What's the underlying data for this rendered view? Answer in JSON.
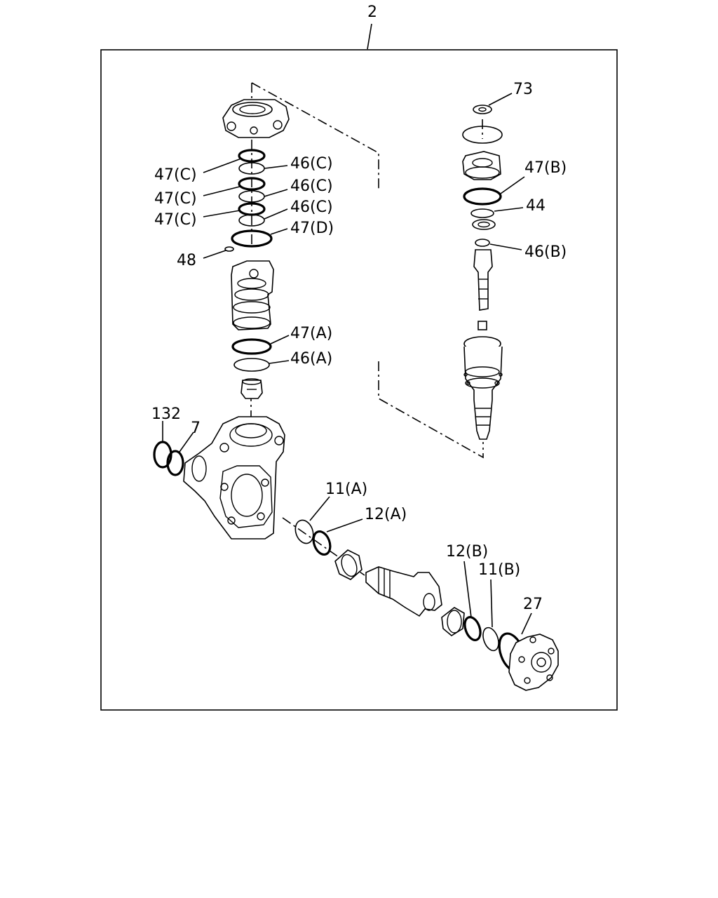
{
  "assembly_number": "2",
  "labels": {
    "l73": "73",
    "l47c_1": "47(C)",
    "l46c_1": "46(C)",
    "l47c_2": "47(C)",
    "l46c_2": "46(C)",
    "l47c_3": "47(C)",
    "l46c_3": "46(C)",
    "l47d": "47(D)",
    "l48": "48",
    "l47b": "47(B)",
    "l44": "44",
    "l46b": "46(B)",
    "l47a": "47(A)",
    "l46a": "46(A)",
    "l132": "132",
    "l7": "7",
    "l11a": "11(A)",
    "l12a": "12(A)",
    "l12b": "12(B)",
    "l11b": "11(B)",
    "l27": "27"
  }
}
